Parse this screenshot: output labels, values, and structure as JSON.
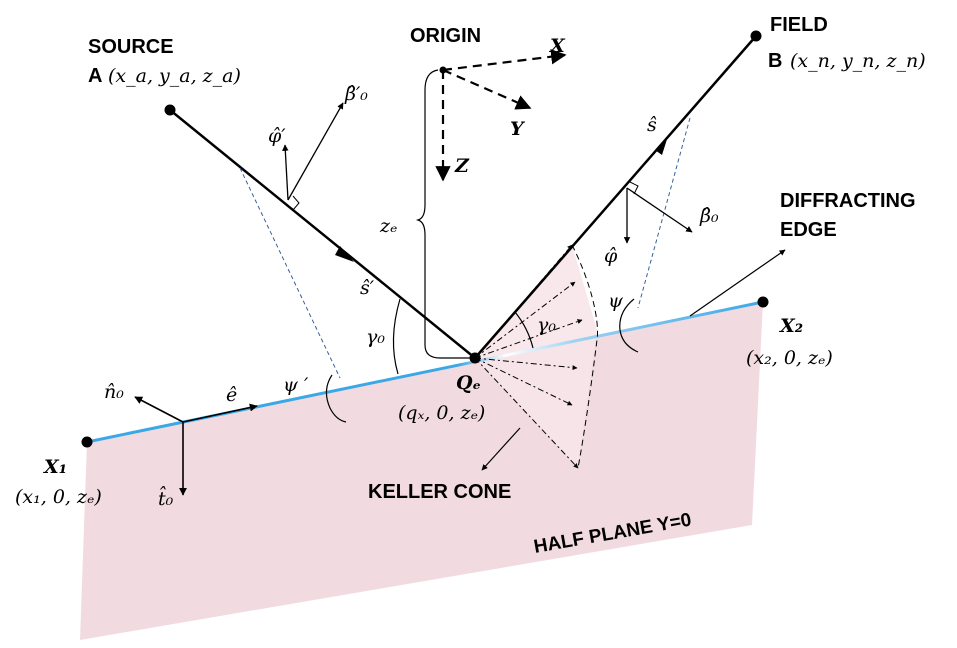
{
  "labels": {
    "source": "SOURCE",
    "source_point": "A",
    "source_coords": "(x_a, y_a, z_a)",
    "origin": "ORIGIN",
    "field": "FIELD",
    "field_point": "B",
    "field_coords": "(x_n, y_n, z_n)",
    "diffracting_line1": "DIFFRACTING",
    "diffracting_line2": "EDGE",
    "keller_cone": "KELLER CONE",
    "half_plane": "HALF PLANE Y=0"
  },
  "axes": {
    "x": "X",
    "y": "Y",
    "z": "Z"
  },
  "symbols": {
    "beta0_prime": "β̂′₀",
    "phi_prime": "φ̂′",
    "s_prime": "ŝ′",
    "s_hat": "ŝ",
    "beta0": "β̂₀",
    "phi_hat": "φ̂",
    "ze": "zₑ",
    "gamma0_left": "γ₀",
    "gamma0_right": "γ₀",
    "psi": "ψ",
    "psi_prime": "ψ ′",
    "e_hat": "ê",
    "n0": "n̂₀",
    "t0": "t̂₀",
    "qe": "Qₑ",
    "qe_coords": "(qₓ, 0, zₑ)",
    "x1": "X₁",
    "x1_coords": "(x₁, 0, zₑ)",
    "x2": "X₂",
    "x2_coords": "(x₂, 0, zₑ)"
  },
  "colors": {
    "half_plane_fill": "#f1dbe1",
    "edge_line": "#4db1e8",
    "cone_fill": "#f7e4e9",
    "dashed_guide": "#3a5f9a"
  }
}
